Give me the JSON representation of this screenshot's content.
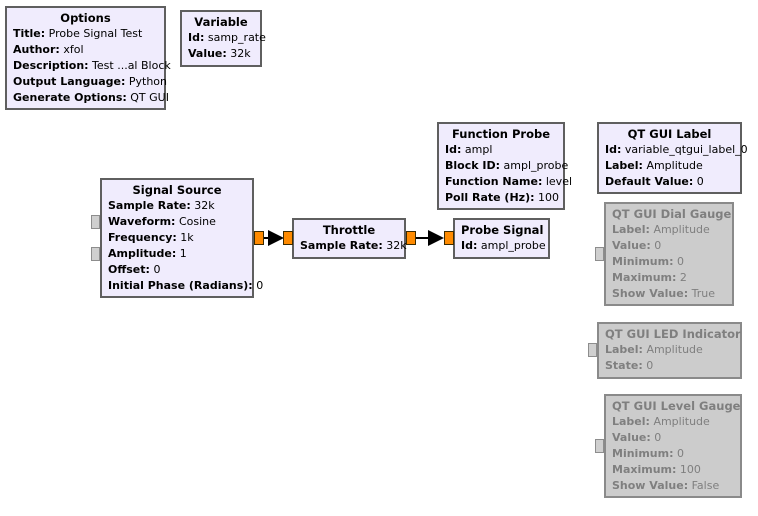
{
  "blocks": {
    "options": {
      "title": "Options",
      "params": [
        {
          "k": "Title:",
          "v": "Probe Signal Test"
        },
        {
          "k": "Author:",
          "v": "xfol"
        },
        {
          "k": "Description:",
          "v": "Test ...al Block"
        },
        {
          "k": "Output Language:",
          "v": "Python"
        },
        {
          "k": "Generate Options:",
          "v": "QT GUI"
        }
      ]
    },
    "variable": {
      "title": "Variable",
      "params": [
        {
          "k": "Id:",
          "v": "samp_rate"
        },
        {
          "k": "Value:",
          "v": "32k"
        }
      ]
    },
    "signal_source": {
      "title": "Signal Source",
      "params": [
        {
          "k": "Sample Rate:",
          "v": "32k"
        },
        {
          "k": "Waveform:",
          "v": "Cosine"
        },
        {
          "k": "Frequency:",
          "v": "1k"
        },
        {
          "k": "Amplitude:",
          "v": "1"
        },
        {
          "k": "Offset:",
          "v": "0"
        },
        {
          "k": "Initial Phase (Radians):",
          "v": "0"
        }
      ]
    },
    "throttle": {
      "title": "Throttle",
      "params": [
        {
          "k": "Sample Rate:",
          "v": "32k"
        }
      ]
    },
    "function_probe": {
      "title": "Function Probe",
      "params": [
        {
          "k": "Id:",
          "v": "ampl"
        },
        {
          "k": "Block ID:",
          "v": "ampl_probe"
        },
        {
          "k": "Function Name:",
          "v": "level"
        },
        {
          "k": "Poll Rate (Hz):",
          "v": "100"
        }
      ]
    },
    "probe_signal": {
      "title": "Probe Signal",
      "params": [
        {
          "k": "Id:",
          "v": "ampl_probe"
        }
      ]
    },
    "qt_label": {
      "title": "QT GUI Label",
      "params": [
        {
          "k": "Id:",
          "v": "variable_qtgui_label_0"
        },
        {
          "k": "Label:",
          "v": "Amplitude"
        },
        {
          "k": "Default Value:",
          "v": "0"
        }
      ]
    },
    "dial_gauge": {
      "title": "QT GUI Dial Gauge",
      "params": [
        {
          "k": "Label:",
          "v": "Amplitude"
        },
        {
          "k": "Value:",
          "v": "0"
        },
        {
          "k": "Minimum:",
          "v": "0"
        },
        {
          "k": "Maximum:",
          "v": "2"
        },
        {
          "k": "Show Value:",
          "v": "True"
        }
      ]
    },
    "led_indicator": {
      "title": "QT GUI LED Indicator",
      "params": [
        {
          "k": "Label:",
          "v": "Amplitude"
        },
        {
          "k": "State:",
          "v": "0"
        }
      ]
    },
    "level_gauge": {
      "title": "QT GUI Level Gauge",
      "params": [
        {
          "k": "Label:",
          "v": "Amplitude"
        },
        {
          "k": "Value:",
          "v": "0"
        },
        {
          "k": "Minimum:",
          "v": "0"
        },
        {
          "k": "Maximum:",
          "v": "100"
        },
        {
          "k": "Show Value:",
          "v": "False"
        }
      ]
    }
  },
  "colors": {
    "block_bg": "#f0ecfd",
    "disabled_bg": "#cccccc",
    "port": "#ff8a00"
  }
}
